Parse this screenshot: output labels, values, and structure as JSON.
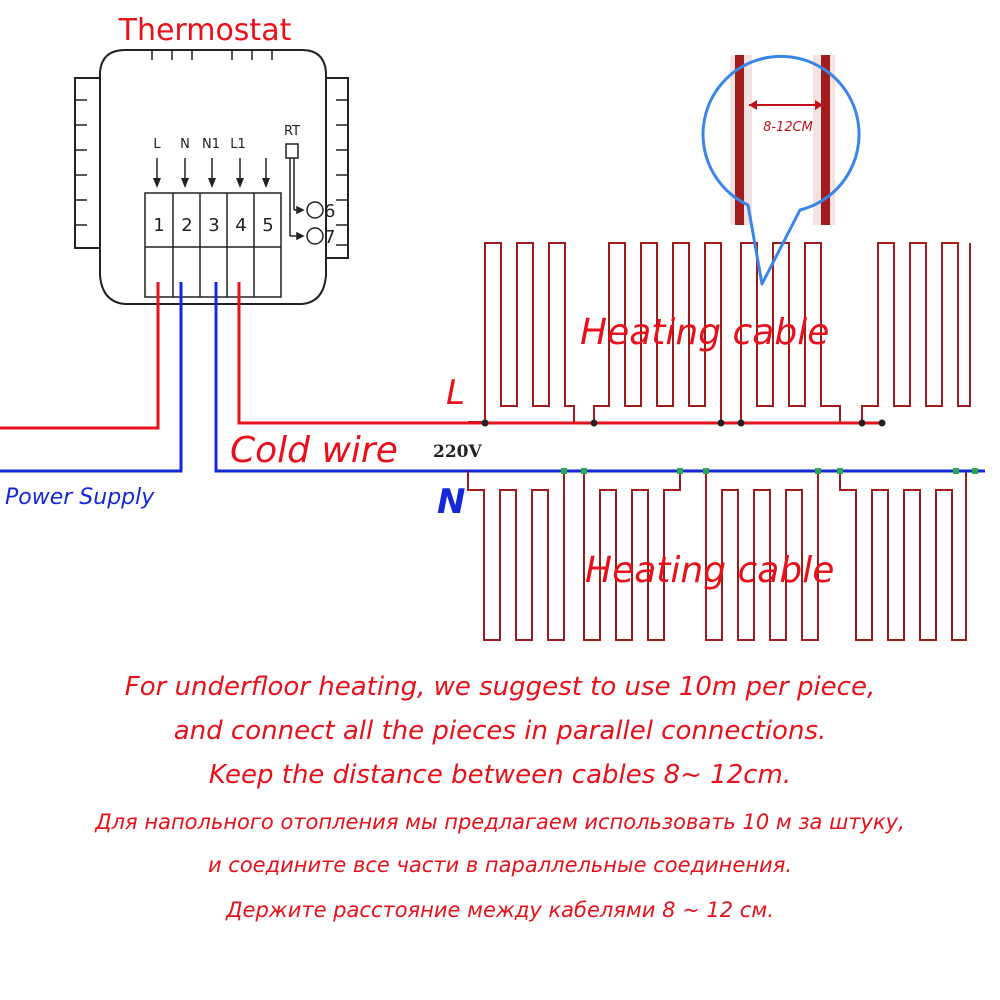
{
  "colors": {
    "red": "#e8101a",
    "blue": "#1428d8",
    "cable": "#9e1b1b",
    "green": "#2aa84a",
    "callout": "#3a86e8",
    "outline": "#222222"
  },
  "thermostat": {
    "title": "Thermostat",
    "top_labels": [
      "L",
      "N",
      "N1",
      "L1"
    ],
    "rt_label": "RT",
    "terminals": [
      "1",
      "2",
      "3",
      "4",
      "5"
    ],
    "side_terminals": [
      "6",
      "7"
    ]
  },
  "wiring": {
    "power_supply": "Power Supply",
    "cold_wire": "Cold wire",
    "voltage": "220V",
    "line_L": "L",
    "line_N": "N"
  },
  "heating": {
    "label_top": "Heating cable",
    "label_bottom": "Heating cable",
    "spacing_label": "8-12CM"
  },
  "notes": {
    "en": [
      "For underfloor heating, we suggest to use 10m per piece,",
      "and connect all the pieces in parallel connections.",
      "Keep the distance between cables 8~ 12cm."
    ],
    "ru": [
      "Для напольного отопления мы предлагаем использовать 10 м за штуку,",
      "и соедините все части в параллельные соединения.",
      "Держите расстояние между кабелями 8 ~ 12 см."
    ]
  }
}
